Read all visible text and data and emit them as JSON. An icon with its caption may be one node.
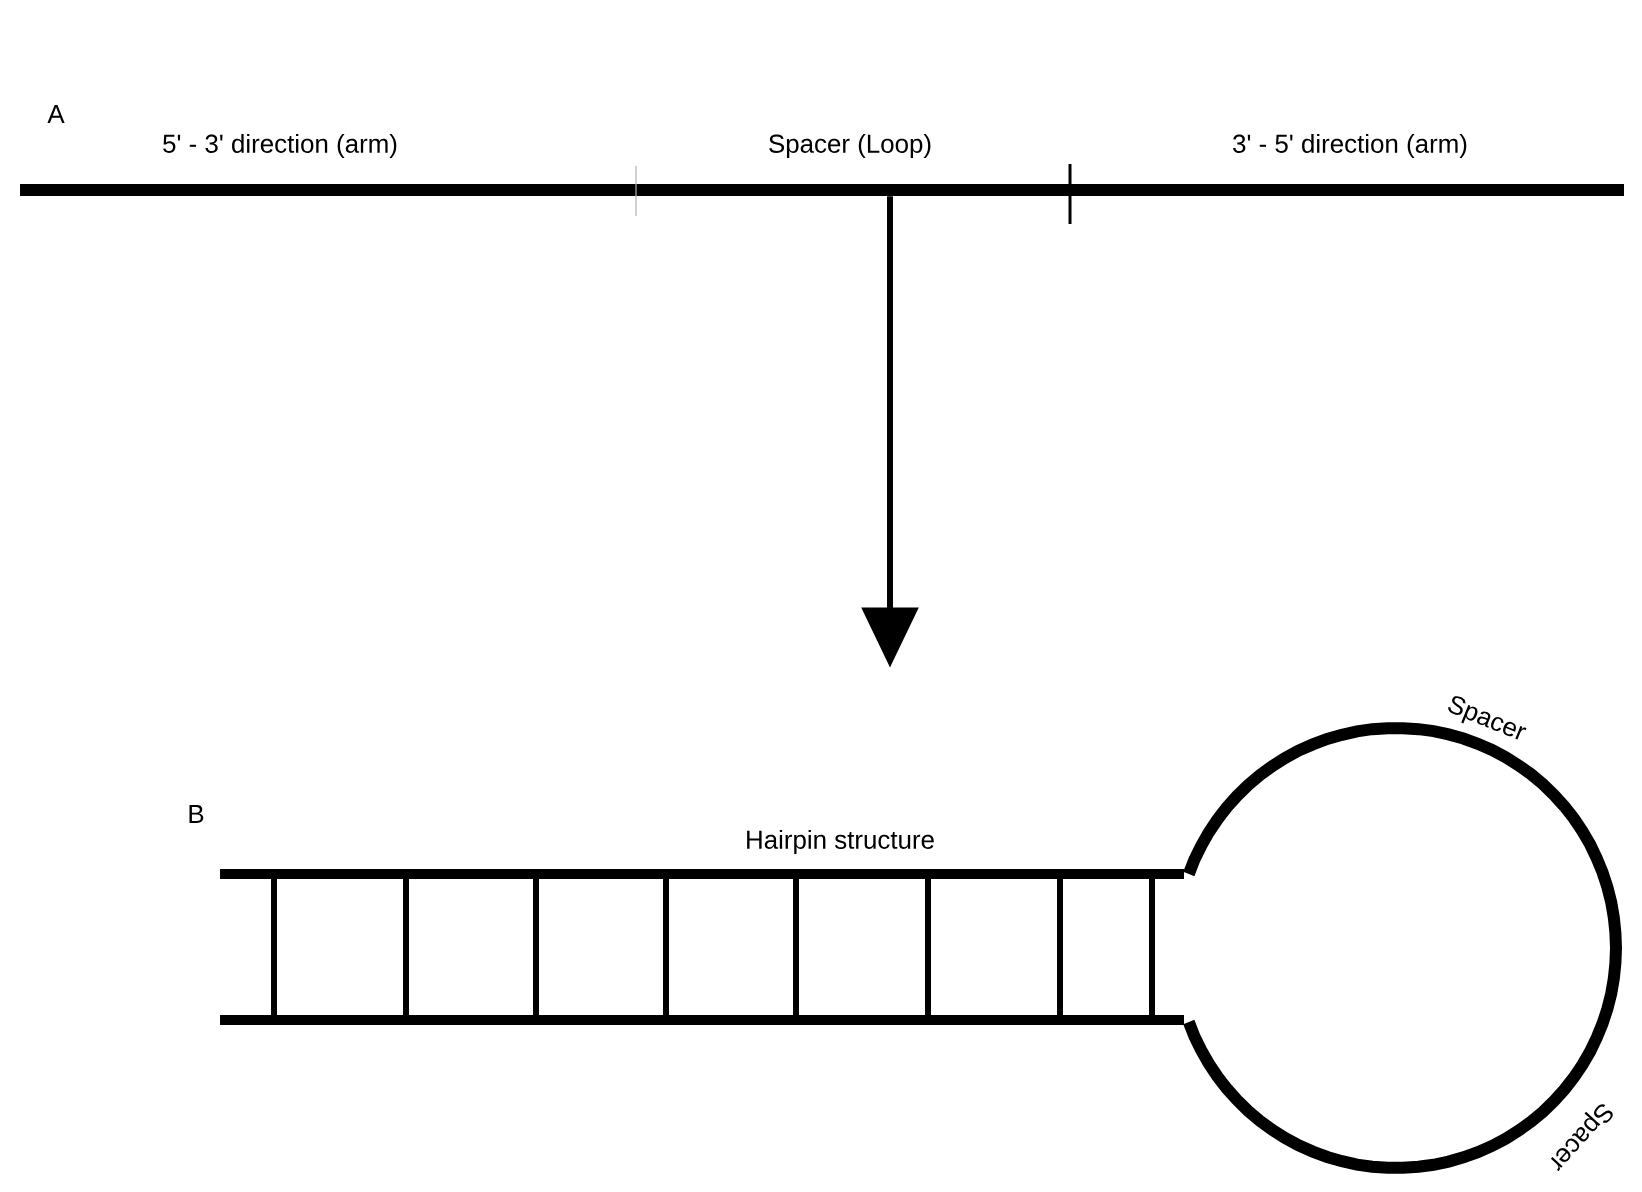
{
  "diagram": {
    "nodes": [
      {
        "text": [],
        "shape": "bar"
      },
      {
        "text": [],
        "shape": "hairpin"
      }
    ],
    "edges": [
      {
        "from": 0,
        "to": 1,
        "arrow": "to"
      }
    ],
    "labels": [
      "A",
      "5' - 3' direction (arm)",
      "Spacer (Loop)",
      "3' - 5' direction (arm)",
      "B",
      "Hairpin structure",
      "Spacer",
      "Spacer"
    ]
  }
}
